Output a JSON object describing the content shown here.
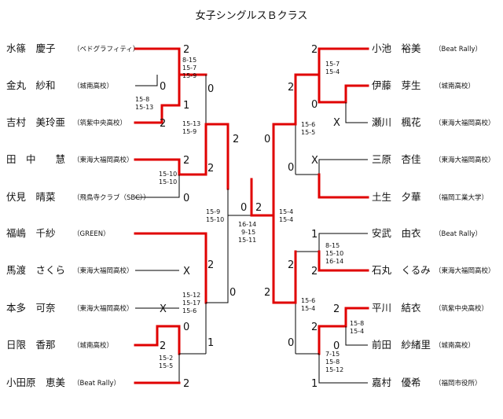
{
  "title": "女子シングルスＢクラス",
  "players": [
    {
      "name": "水篠　慶子",
      "aff": "（ベドグラフィティ）"
    },
    {
      "name": "金丸　紗和",
      "aff": "（城南高校）"
    },
    {
      "name": "吉村　美玲亜",
      "aff": "（筑紫中央高校）"
    },
    {
      "name": "田　中　　慧",
      "aff": "（東海大福岡高校）"
    },
    {
      "name": "伏見　晴菜",
      "aff": "（飛鳥寺クラブ（SBC））"
    },
    {
      "name": "福嶋　千紗",
      "aff": "（GREEN）"
    },
    {
      "name": "馬渡　さくら",
      "aff": "（東海大福岡高校）"
    },
    {
      "name": "本多　可奈",
      "aff": "（東海大福岡高校）"
    },
    {
      "name": "日限　香那",
      "aff": "（城南高校）"
    },
    {
      "name": "小田原　恵美",
      "aff": "（Beat Rally）"
    },
    {
      "name": "小池　裕美",
      "aff": "（Beat Rally）"
    },
    {
      "name": "伊藤　芽生",
      "aff": "（城南高校）"
    },
    {
      "name": "瀬川　楓花",
      "aff": "（東海大福岡高校）"
    },
    {
      "name": "三原　杏佳",
      "aff": "（東海大福岡高校）"
    },
    {
      "name": "土生　夕華",
      "aff": "（福岡工業大学）"
    },
    {
      "name": "安武　由衣",
      "aff": "（Beat Rally）"
    },
    {
      "name": "石丸　くるみ",
      "aff": "（東海大福岡高校）"
    },
    {
      "name": "平川　結衣",
      "aff": "（筑紫中央高校）"
    },
    {
      "name": "前田　紗緒里",
      "aff": "（城南高校）"
    },
    {
      "name": "嘉村　優希",
      "aff": "（福岡市役所）"
    }
  ],
  "scores": [
    "2",
    "0",
    "1",
    "2",
    "0",
    "2",
    "2",
    "0",
    "2",
    "X",
    "2",
    "0",
    "X",
    "0",
    "2",
    "1",
    "2",
    "0",
    "1",
    "2",
    "2",
    "0",
    "X",
    "0",
    "2",
    "2",
    "X",
    "0",
    "1",
    "2",
    "0",
    "2",
    "2",
    "0",
    "0",
    "2",
    "1",
    "2"
  ],
  "set_scores": [
    "8-15",
    "15-7",
    "15-9",
    "15-8",
    "15-13",
    "15-13",
    "15-9",
    "15-10",
    "15-10",
    "15-12",
    "15-17",
    "15-6",
    "15-2",
    "15-5",
    "15-9",
    "15-10",
    "16-14",
    "9-15",
    "15-11",
    "15-7",
    "15-4",
    "15-6",
    "15-5",
    "15-4",
    "15-4",
    "8-15",
    "15-10",
    "16-14",
    "15-6",
    "15-4",
    "15-8",
    "15-4",
    "7-15",
    "15-8",
    "15-12"
  ]
}
